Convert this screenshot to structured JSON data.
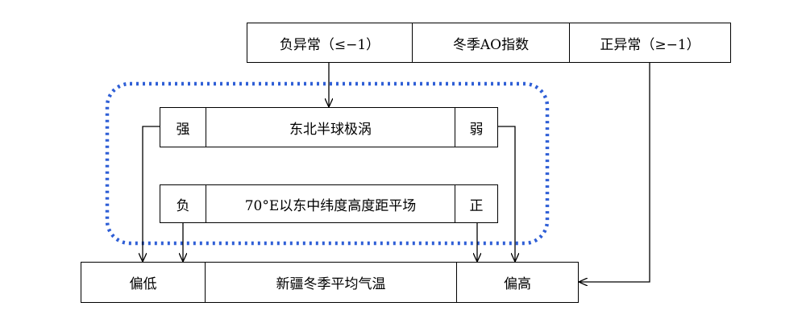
{
  "top_row": {
    "negative_anomaly": "负异常（≤−1）",
    "ao_index": "冬季AO指数",
    "positive_anomaly": "正异常（≥−1）"
  },
  "polar_vortex_row": {
    "strong": "强",
    "label": "东北半球极涡",
    "weak": "弱"
  },
  "height_row": {
    "negative": "负",
    "label": "70°E以东中纬度高度距平场",
    "positive": "正"
  },
  "bottom_row": {
    "low": "偏低",
    "label": "新疆冬季平均气温",
    "high": "偏高"
  },
  "colors": {
    "dotted_outline": "#2f5fd6",
    "lines": "#000000"
  }
}
